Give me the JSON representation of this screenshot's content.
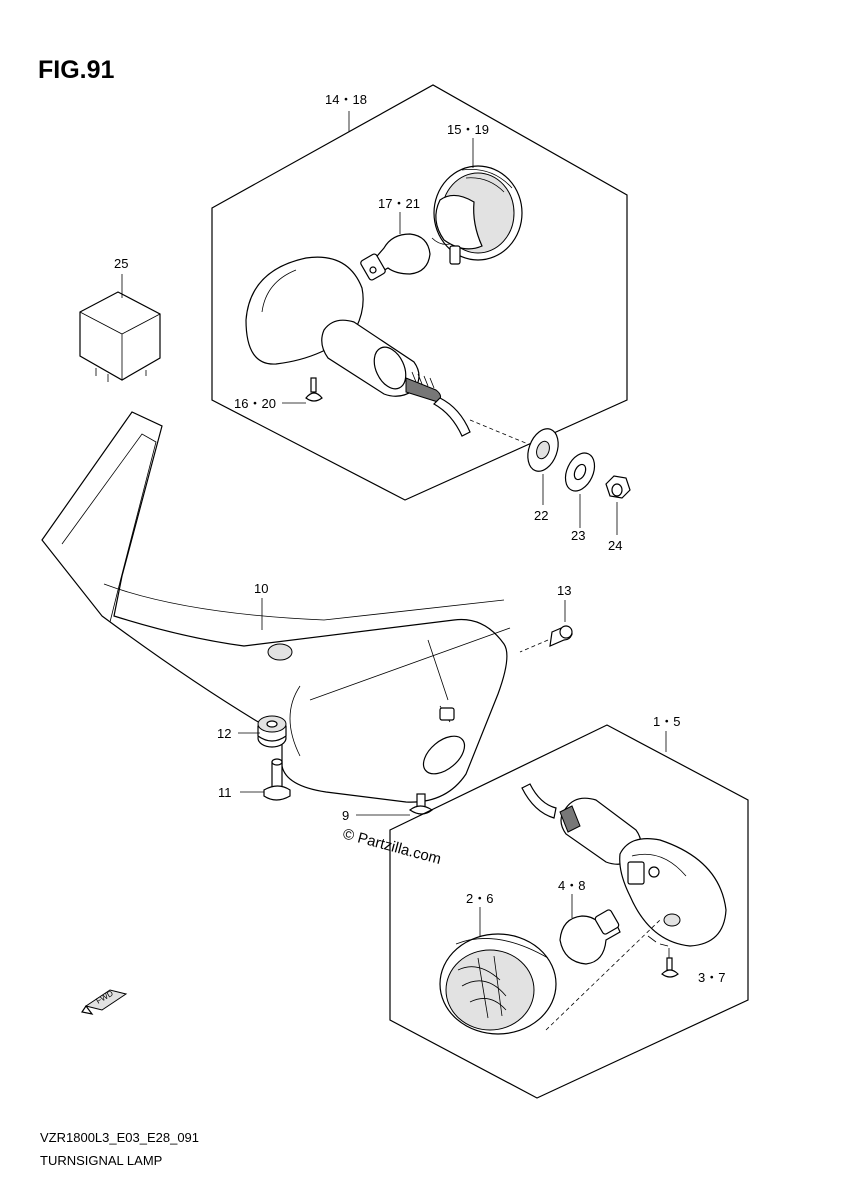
{
  "figure": {
    "title": "FIG.91"
  },
  "labels": {
    "l14_18": "14・18",
    "l15_19": "15・19",
    "l17_21": "17・21",
    "l16_20": "16・20",
    "l25": "25",
    "l22": "22",
    "l23": "23",
    "l24": "24",
    "l10": "10",
    "l13": "13",
    "l12": "12",
    "l11": "11",
    "l9": "9",
    "l1_5": "1・5",
    "l2_6": "2・6",
    "l4_8": "4・8",
    "l3_7": "3・7"
  },
  "watermark": "© Partzilla.com",
  "direction_marker": "FWD",
  "footer": {
    "model_code": "VZR1800L3_E03_E28_091",
    "section_name": "TURNSIGNAL LAMP"
  }
}
